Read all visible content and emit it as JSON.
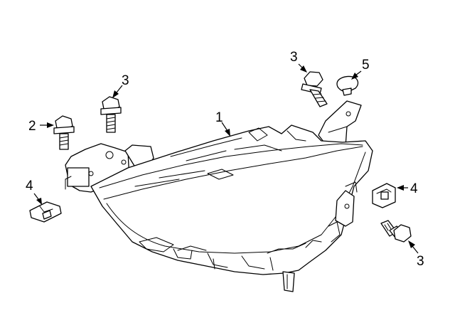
{
  "callouts": [
    {
      "id": "headlamp-assembly",
      "label": "1"
    },
    {
      "id": "bolt-left",
      "label": "2"
    },
    {
      "id": "bolt-upper-left",
      "label": "3"
    },
    {
      "id": "bolt-upper-right",
      "label": "3"
    },
    {
      "id": "bolt-lower-right",
      "label": "3"
    },
    {
      "id": "nut-left",
      "label": "4"
    },
    {
      "id": "nut-right",
      "label": "4"
    },
    {
      "id": "grommet",
      "label": "5"
    }
  ],
  "colors": {
    "line": "#000000",
    "background": "#ffffff"
  }
}
